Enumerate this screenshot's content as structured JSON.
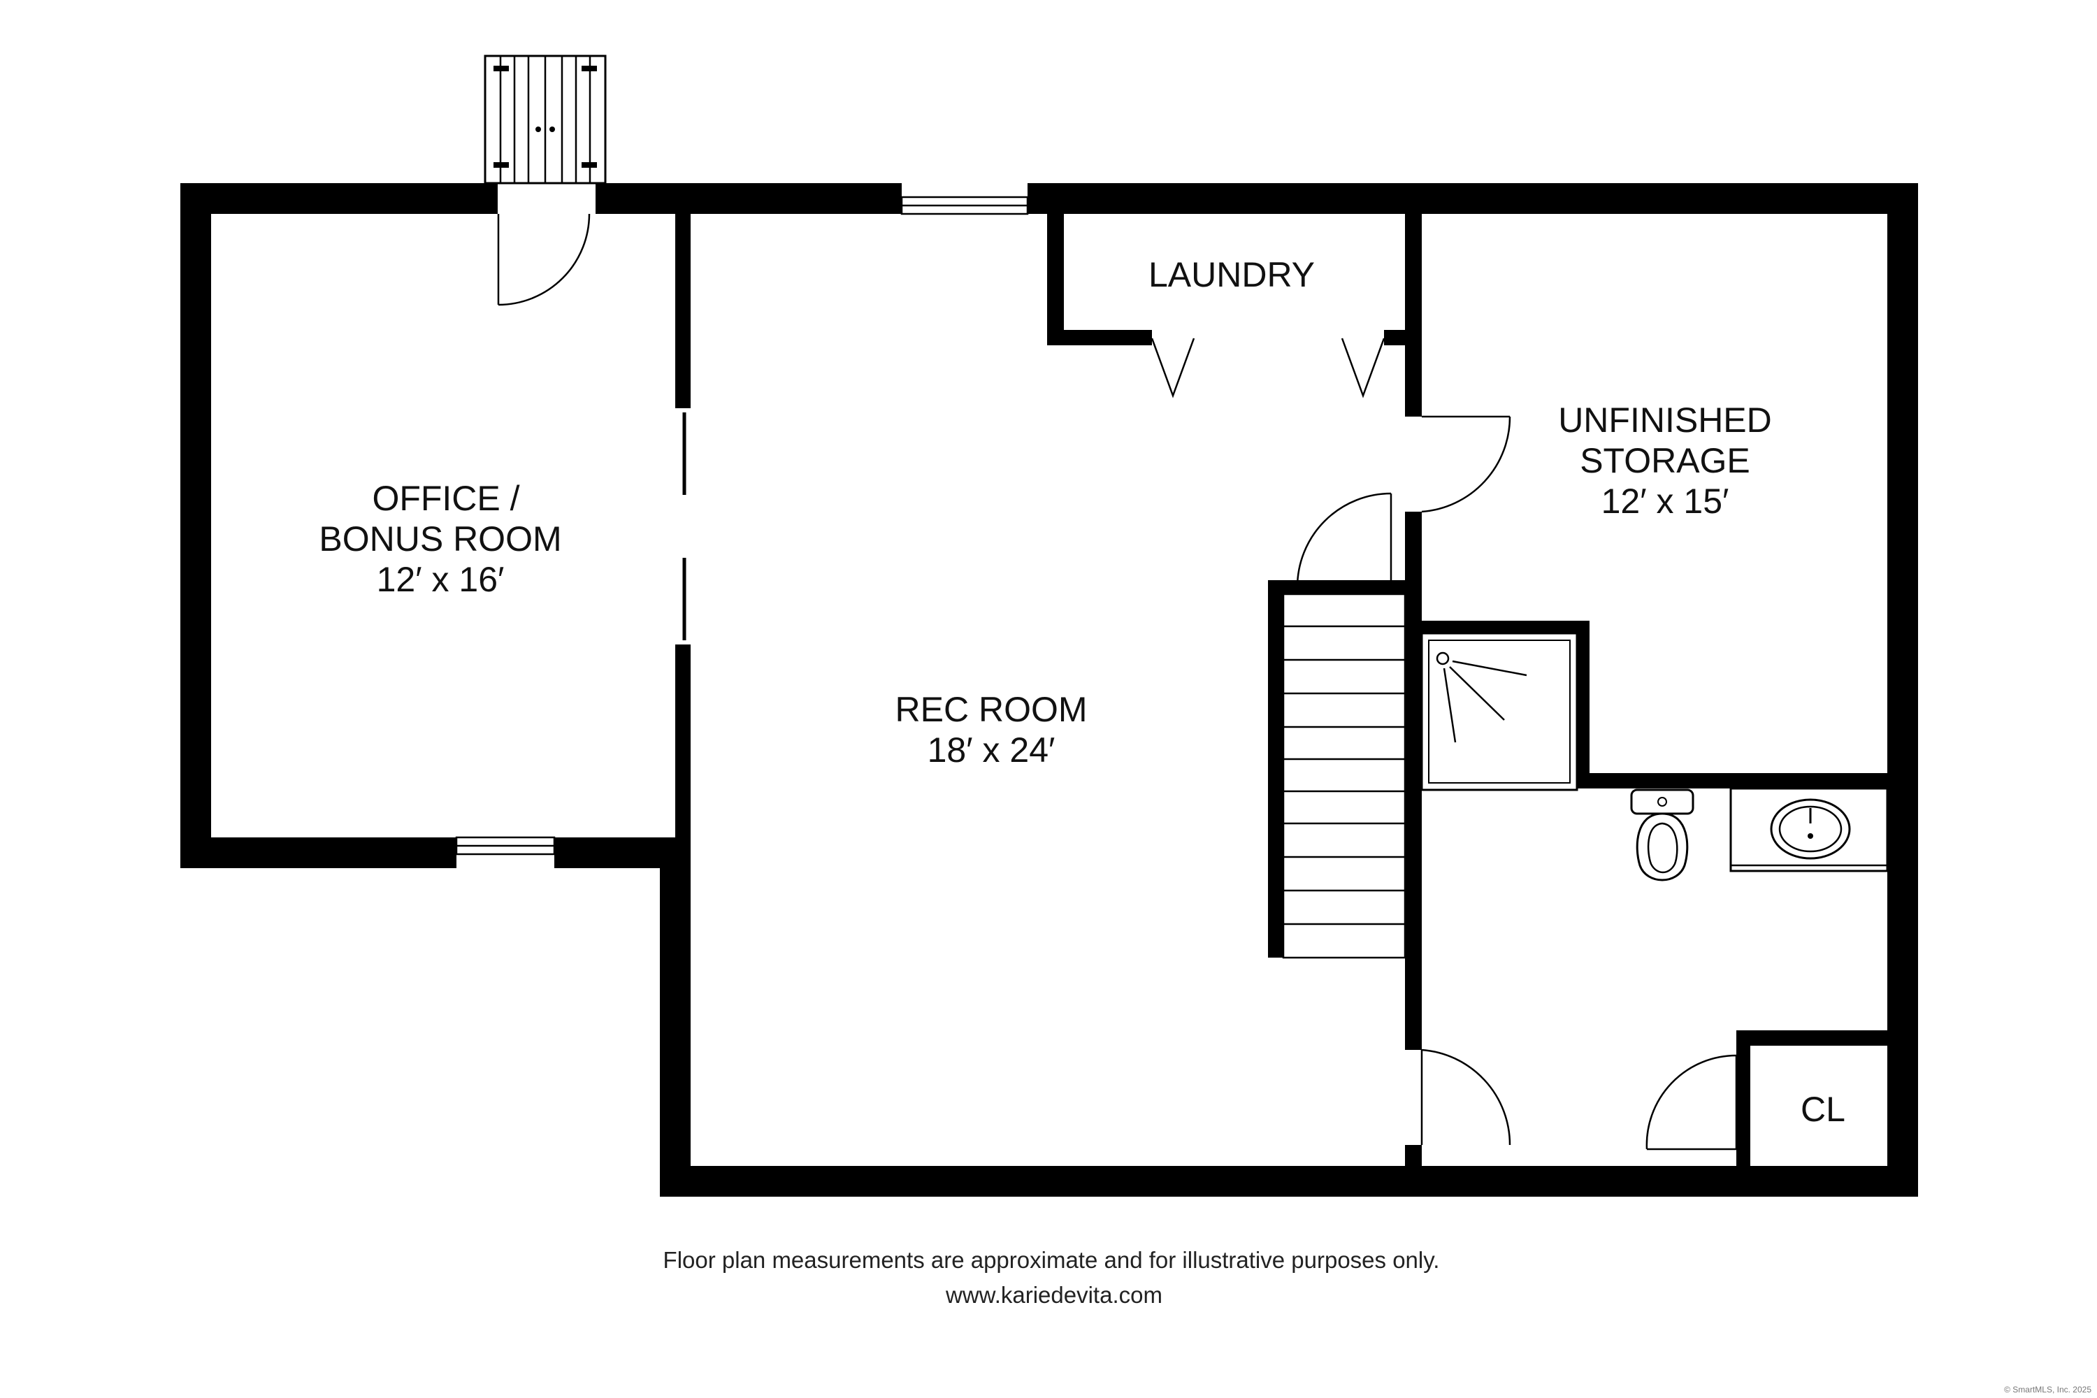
{
  "rooms": {
    "office": {
      "line1": "OFFICE /",
      "line2": "BONUS ROOM",
      "dims": "12′ x 16′"
    },
    "rec": {
      "line1": "REC ROOM",
      "dims": "18′ x 24′"
    },
    "laundry": {
      "line1": "LAUNDRY"
    },
    "storage": {
      "line1": "UNFINISHED",
      "line2": "STORAGE",
      "dims": "12′ x 15′"
    },
    "closet": {
      "line1": "CL"
    }
  },
  "footer": {
    "disclaimer": "Floor plan measurements are approximate and for illustrative purposes only.",
    "website": "www.kariedevita.com"
  },
  "copyright": "© SmartMLS, Inc. 2025"
}
